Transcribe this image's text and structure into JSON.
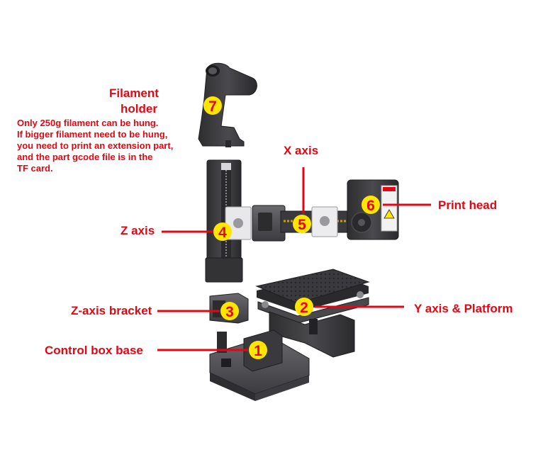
{
  "colors": {
    "label_red": "#e30613",
    "badge_yellow": "#ffe500",
    "body_dark": "#3a3a3c",
    "body_light": "#5a5a5e"
  },
  "parts": {
    "filament_holder": {
      "badge": "7",
      "label_line1": "Filament",
      "label_line2": "holder"
    },
    "x_axis": {
      "badge": "5",
      "label": "X axis"
    },
    "print_head": {
      "badge": "6",
      "label": "Print head"
    },
    "z_axis": {
      "badge": "4",
      "label": "Z axis"
    },
    "z_axis_bracket": {
      "badge": "3",
      "label": "Z-axis bracket"
    },
    "y_axis_platform": {
      "badge": "2",
      "label": "Y axis & Platform"
    },
    "control_box_base": {
      "badge": "1",
      "label": "Control box base"
    }
  },
  "note": {
    "lines": [
      "Only 250g filament can be hung.",
      "If bigger filament need to be hung,",
      "you need to print an extension part,",
      "and the part gcode file is in the",
      "TF card."
    ]
  }
}
